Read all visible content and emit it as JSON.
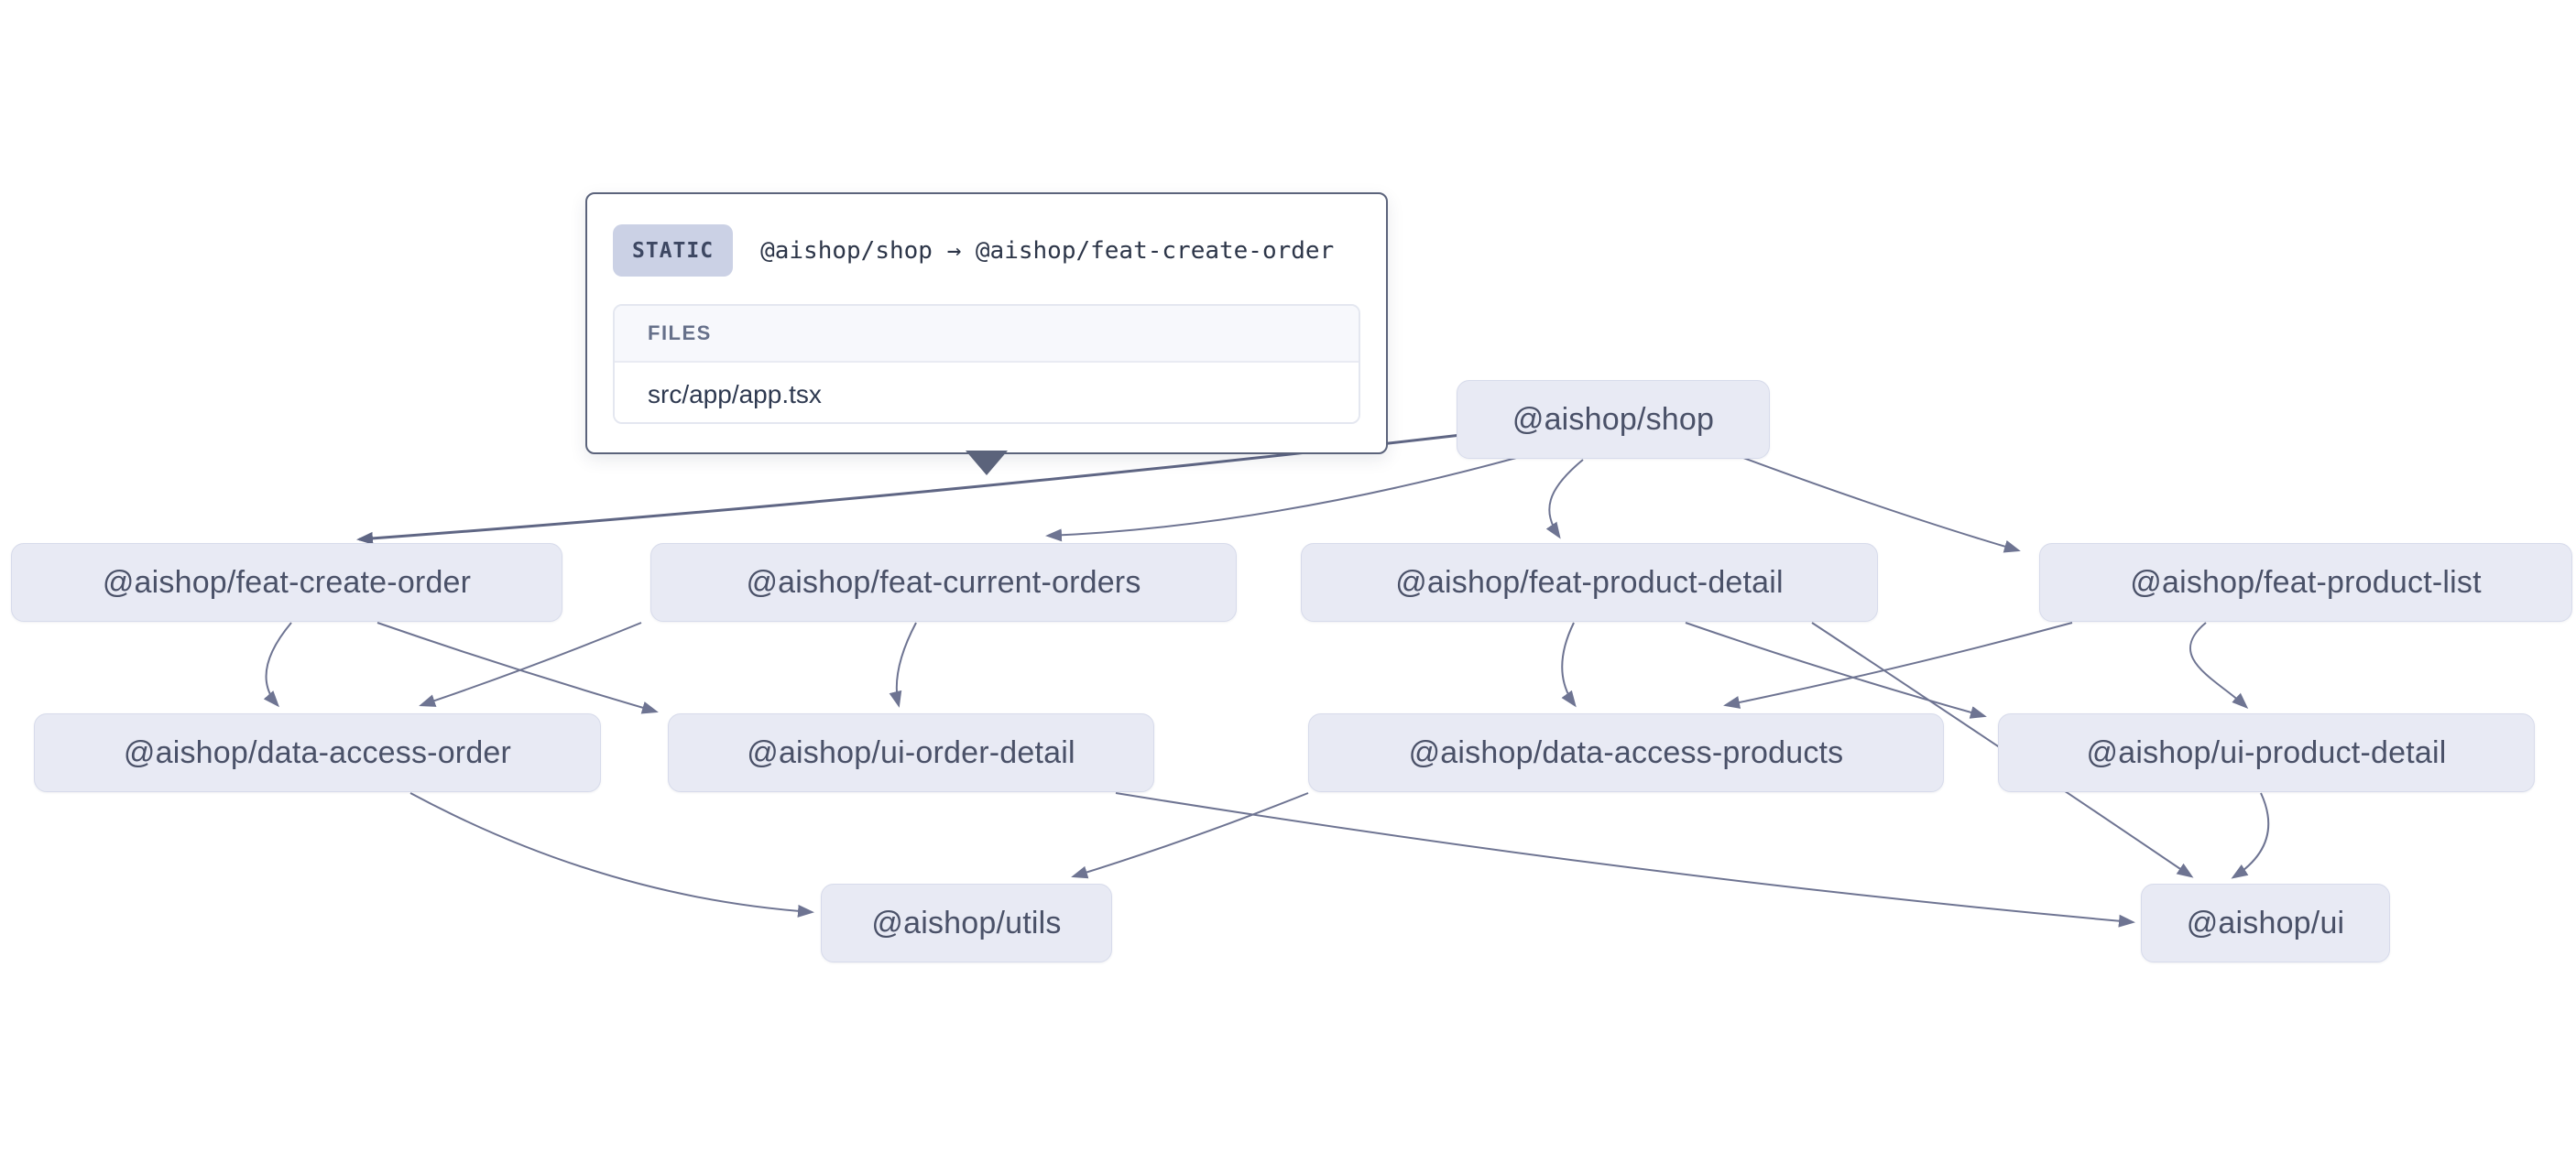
{
  "tooltip": {
    "type_label": "STATIC",
    "title": "@aishop/shop → @aishop/feat-create-order",
    "files_section_label": "FILES",
    "files": [
      "src/app/app.tsx"
    ]
  },
  "graph": {
    "nodes": [
      {
        "id": "shop",
        "label": "@aishop/shop"
      },
      {
        "id": "feat-create-order",
        "label": "@aishop/feat-create-order"
      },
      {
        "id": "feat-current-orders",
        "label": "@aishop/feat-current-orders"
      },
      {
        "id": "feat-product-detail",
        "label": "@aishop/feat-product-detail"
      },
      {
        "id": "feat-product-list",
        "label": "@aishop/feat-product-list"
      },
      {
        "id": "data-access-order",
        "label": "@aishop/data-access-order"
      },
      {
        "id": "ui-order-detail",
        "label": "@aishop/ui-order-detail"
      },
      {
        "id": "data-access-products",
        "label": "@aishop/data-access-products"
      },
      {
        "id": "ui-product-detail",
        "label": "@aishop/ui-product-detail"
      },
      {
        "id": "utils",
        "label": "@aishop/utils"
      },
      {
        "id": "ui",
        "label": "@aishop/ui"
      }
    ],
    "edges": [
      {
        "source": "shop",
        "target": "feat-create-order",
        "type": "static",
        "hovered": true
      },
      {
        "source": "shop",
        "target": "feat-current-orders",
        "type": "static",
        "hovered": false
      },
      {
        "source": "shop",
        "target": "feat-product-detail",
        "type": "static",
        "hovered": false
      },
      {
        "source": "shop",
        "target": "feat-product-list",
        "type": "static",
        "hovered": false
      },
      {
        "source": "feat-create-order",
        "target": "data-access-order",
        "type": "static",
        "hovered": false
      },
      {
        "source": "feat-create-order",
        "target": "ui-order-detail",
        "type": "static",
        "hovered": false
      },
      {
        "source": "feat-current-orders",
        "target": "data-access-order",
        "type": "static",
        "hovered": false
      },
      {
        "source": "feat-current-orders",
        "target": "ui-order-detail",
        "type": "static",
        "hovered": false
      },
      {
        "source": "feat-product-detail",
        "target": "data-access-products",
        "type": "static",
        "hovered": false
      },
      {
        "source": "feat-product-detail",
        "target": "ui-product-detail",
        "type": "static",
        "hovered": false
      },
      {
        "source": "feat-product-detail",
        "target": "ui",
        "type": "static",
        "hovered": false
      },
      {
        "source": "feat-product-list",
        "target": "data-access-products",
        "type": "static",
        "hovered": false
      },
      {
        "source": "feat-product-list",
        "target": "ui-product-detail",
        "type": "static",
        "hovered": false
      },
      {
        "source": "data-access-order",
        "target": "utils",
        "type": "static",
        "hovered": false
      },
      {
        "source": "data-access-products",
        "target": "utils",
        "type": "static",
        "hovered": false
      },
      {
        "source": "ui-order-detail",
        "target": "ui",
        "type": "static",
        "hovered": false
      },
      {
        "source": "ui-product-detail",
        "target": "ui",
        "type": "static",
        "hovered": false
      }
    ]
  },
  "colors": {
    "canvas_background": "#ffffff",
    "node_fill": "#e8eaf4",
    "node_border": "#d7dbeb",
    "node_text": "#4a5168",
    "edge_stroke": "#6e7492",
    "edge_hover_stroke": "#5f6684",
    "tooltip_border": "#5b637b",
    "tooltip_badge_bg": "#cbd1e5",
    "tooltip_badge_text": "#3d4762",
    "files_header_bg": "#f7f8fc",
    "files_header_text": "#66708a"
  }
}
